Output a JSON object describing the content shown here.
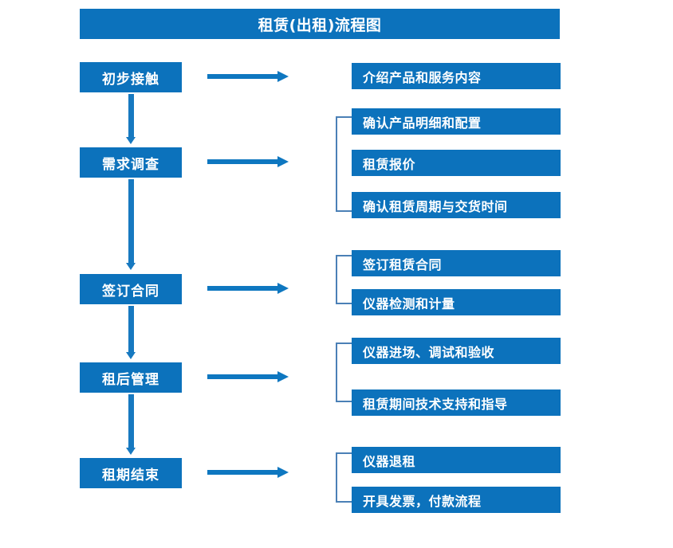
{
  "title": {
    "text": "租赁(出租)流程图"
  },
  "colors": {
    "box_fill": "#0C72BC",
    "box_text": "#FFFFFF",
    "arrow": "#0E77C0",
    "vertical_arrow": "#1779C0",
    "bracket": "#4B80B6",
    "background": "#FFFFFF"
  },
  "stages": [
    {
      "label": "初步接触"
    },
    {
      "label": "需求调查"
    },
    {
      "label": "签订合同"
    },
    {
      "label": "租后管理"
    },
    {
      "label": "租期结束"
    }
  ],
  "details": [
    {
      "label": "介绍产品和服务内容"
    },
    {
      "label": "确认产品明细和配置"
    },
    {
      "label": "租赁报价"
    },
    {
      "label": "确认租赁周期与交货时间"
    },
    {
      "label": "签订租赁合同"
    },
    {
      "label": "仪器检测和计量"
    },
    {
      "label": "仪器进场、调试和验收"
    },
    {
      "label": "租赁期间技术支持和指导"
    },
    {
      "label": "仪器退租"
    },
    {
      "label": "开具发票，付款流程"
    }
  ],
  "icons": {
    "arrow_right": "arrow-right-icon",
    "arrow_down": "arrow-down-icon",
    "bracket": "bracket-icon"
  }
}
